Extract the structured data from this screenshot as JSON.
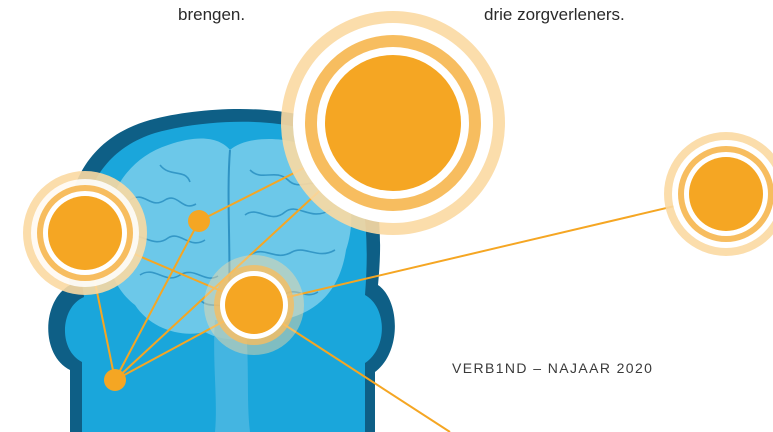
{
  "captions": {
    "left": "brengen.",
    "right": "drie zorgverleners."
  },
  "footer": {
    "text": "VERB1ND – NAJAAR 2020"
  },
  "colors": {
    "head_outline": "#0e5f86",
    "head_fill": "#1aa6db",
    "brain_fill": "#6cc8e9",
    "brain_lines": "#2f93c4",
    "node_orange": "#f5a623",
    "halo_light": "#fbd9a2",
    "halo_mid": "#f7bd5f",
    "connector": "#f5a623"
  },
  "illustration": {
    "subject": "head-with-brain-network",
    "icon": "brain-network-icon"
  }
}
